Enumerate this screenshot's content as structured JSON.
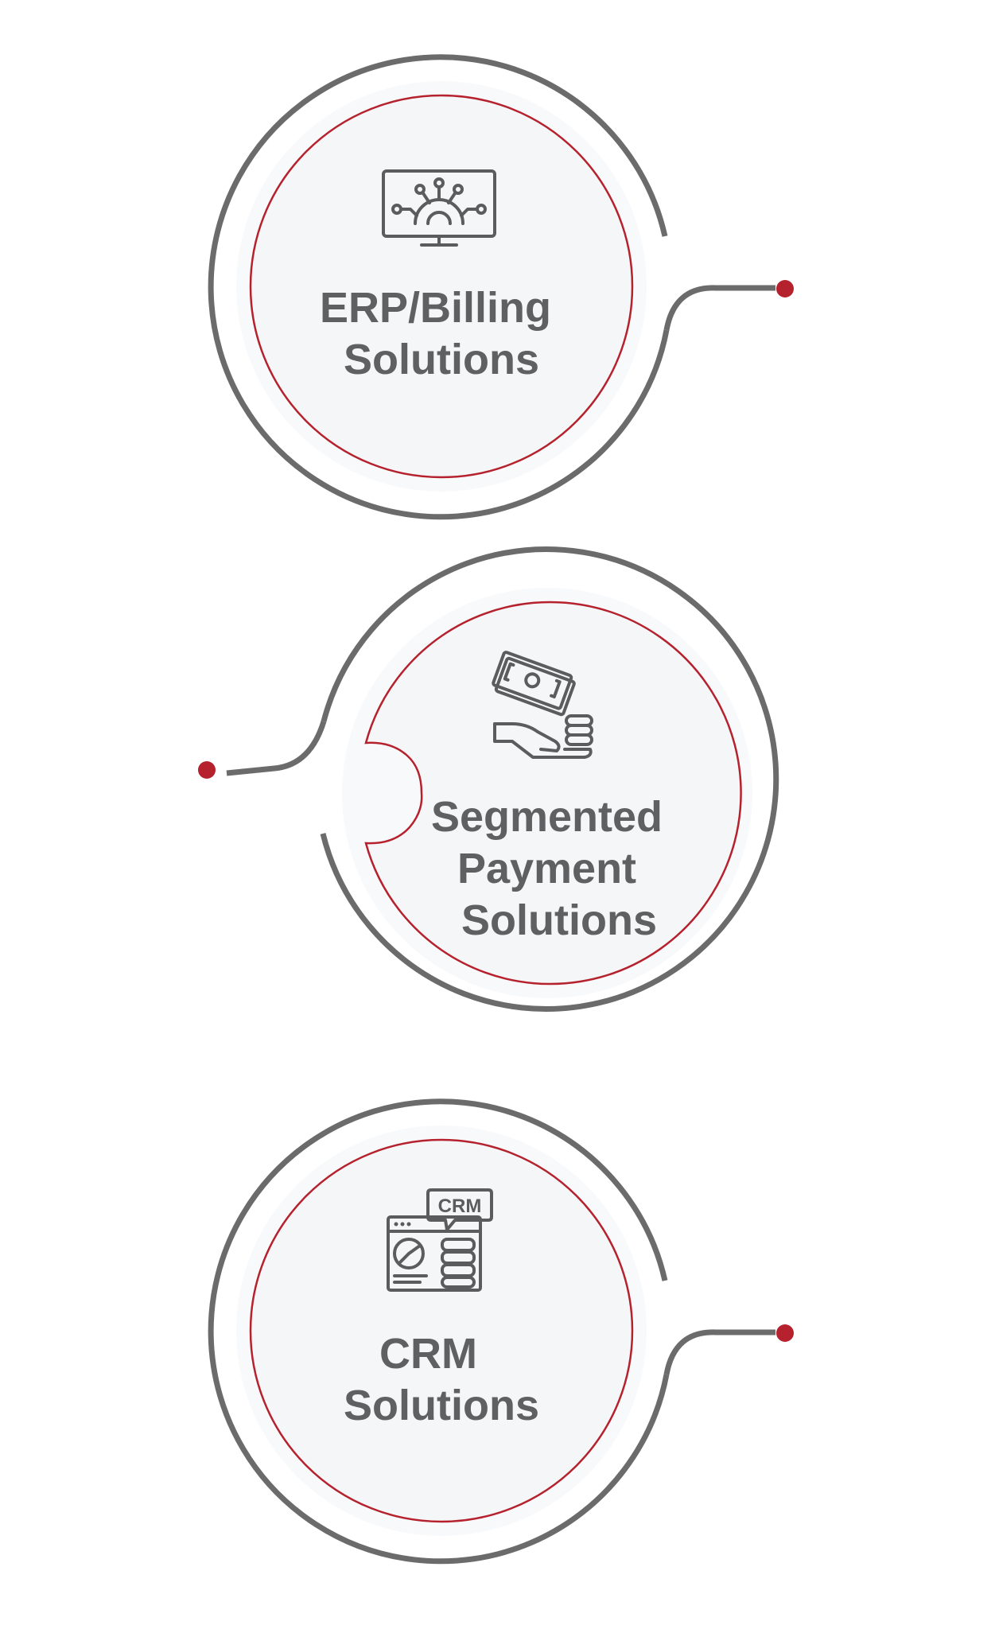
{
  "nodes": [
    {
      "id": "erp-billing",
      "lines": [
        "ERP/Billing",
        "Solutions"
      ],
      "icon": "monitor-gear-network-icon"
    },
    {
      "id": "segmented-payment",
      "lines": [
        "Segmented",
        "Payment",
        "Solutions"
      ],
      "icon": "hand-money-coins-icon"
    },
    {
      "id": "crm",
      "lines": [
        "CRM",
        "Solutions"
      ],
      "icon": "crm-dashboard-icon",
      "icon_badge_text": "CRM"
    }
  ],
  "colors": {
    "ring": "#6b6b6b",
    "accent": "#b5222d",
    "text": "#5f6062",
    "fill": "#f5f6f8"
  }
}
